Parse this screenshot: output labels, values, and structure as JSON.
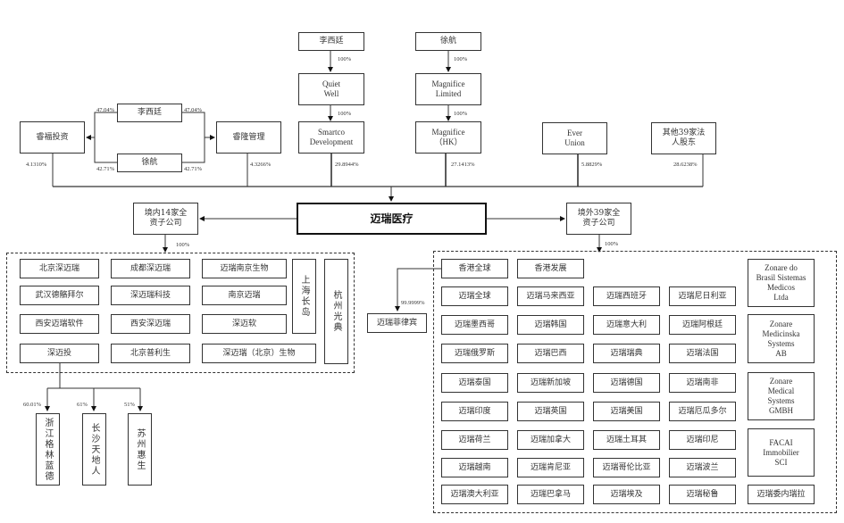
{
  "diagram": {
    "type": "ownership-structure",
    "company": "迈瑞医疗",
    "top": {
      "li_xiting_top": "李西廷",
      "xu_hang_top": "徐航",
      "quiet_well": "Quiet\nWell",
      "magnifice_limited": "Magnifice\nLimited",
      "smartco": "Smartco\nDevelopment",
      "magnifice_hk": "Magnifice\n（HK）",
      "li_xiting_mid": "李西廷",
      "xu_hang_mid": "徐航",
      "ruifu": "睿福投资",
      "ruilong": "睿隆管理",
      "ever_union": "Ever\nUnion",
      "other39": "其他39家法\n人股东"
    },
    "percentages": {
      "li_to_quiet": "100%",
      "quiet_to_smartco": "100%",
      "xu_to_magnifice": "100%",
      "magnifice_to_hk": "100%",
      "li_to_ruifu": "47.04%",
      "li_to_ruilong": "47.04%",
      "xu_to_ruifu": "42.71%",
      "xu_to_ruilong": "42.71%",
      "ruifu": "4.1310%",
      "ruilong": "4.3266%",
      "smartco": "29.8944%",
      "magnifice_hk": "27.1413%",
      "ever_union": "5.8829%",
      "other39": "28.6238%",
      "domestic": "100%",
      "overseas": "100%",
      "philippines": "99.9999%",
      "zhejiang": "60.01%",
      "changsha": "61%",
      "suzhou": "51%"
    },
    "domestic_label": "境内14家全\n资子公司",
    "overseas_label": "境外39家全\n资子公司",
    "domestic": {
      "grid": [
        [
          "北京深迈瑞",
          "成都深迈瑞",
          "迈瑞南京生物"
        ],
        [
          "武汉德骼拜尔",
          "深迈瑞科技",
          "南京迈瑞"
        ],
        [
          "西安迈瑞软件",
          "西安深迈瑞",
          "深迈软"
        ],
        [
          "深迈投",
          "北京普利生",
          "深迈瑞（北京）生物"
        ]
      ],
      "shanghai": "上海长岛",
      "hangzhou": "杭州光典"
    },
    "shenmaitou_subs": [
      "浙江格林蓝德",
      "长沙天地人",
      "苏州惠生"
    ],
    "overseas": {
      "row0": [
        "香港全球",
        "香港发展"
      ],
      "grid": [
        [
          "迈瑞全球",
          "迈瑞马来西亚",
          "迈瑞西班牙",
          "迈瑞尼日利亚"
        ],
        [
          "迈瑞墨西哥",
          "迈瑞韩国",
          "迈瑞意大利",
          "迈瑞阿根廷"
        ],
        [
          "迈瑞俄罗斯",
          "迈瑞巴西",
          "迈瑞瑞典",
          "迈瑞法国"
        ],
        [
          "迈瑞泰国",
          "迈瑞新加坡",
          "迈瑞德国",
          "迈瑞南非"
        ],
        [
          "迈瑞印度",
          "迈瑞英国",
          "迈瑞美国",
          "迈瑞厄瓜多尔"
        ],
        [
          "迈瑞荷兰",
          "迈瑞加拿大",
          "迈瑞土耳其",
          "迈瑞印尼"
        ],
        [
          "迈瑞越南",
          "迈瑞肯尼亚",
          "迈瑞哥伦比亚",
          "迈瑞波兰"
        ],
        [
          "迈瑞澳大利亚",
          "迈瑞巴拿马",
          "迈瑞埃及",
          "迈瑞秘鲁"
        ]
      ],
      "zonare_brasil": "Zonare do\nBrasil Sistemas\nMedicos\nLtda",
      "zonare_ab": "Zonare\nMedicinska\nSystems\nAB",
      "zonare_gmbh": "Zonare\nMedical\nSystems\nGMBH",
      "facai": "FACAI\nImmobilier\nSCI",
      "venezuela": "迈瑞委内瑞拉",
      "philippines": "迈瑞菲律宾"
    }
  }
}
